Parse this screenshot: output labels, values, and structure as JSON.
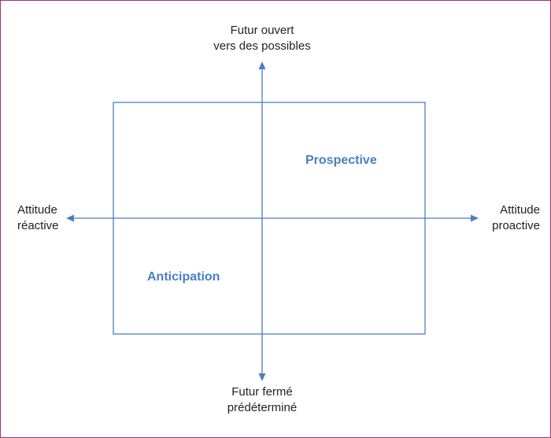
{
  "diagram": {
    "axes": {
      "top": [
        "Futur ouvert",
        "vers des possibles"
      ],
      "bottom": [
        "Futur fermé",
        "prédéterminé"
      ],
      "left": [
        "Attitude",
        "réactive"
      ],
      "right": [
        "Attitude",
        "proactive"
      ]
    },
    "quadrants": {
      "top_right": "Prospective",
      "bottom_left": "Anticipation"
    },
    "colors": {
      "axis": "#4a7fc1",
      "box": "#4a7fc1",
      "quadrant_text": "#4a7fc1",
      "frame": "#a3336a",
      "label_text": "#222222"
    }
  }
}
